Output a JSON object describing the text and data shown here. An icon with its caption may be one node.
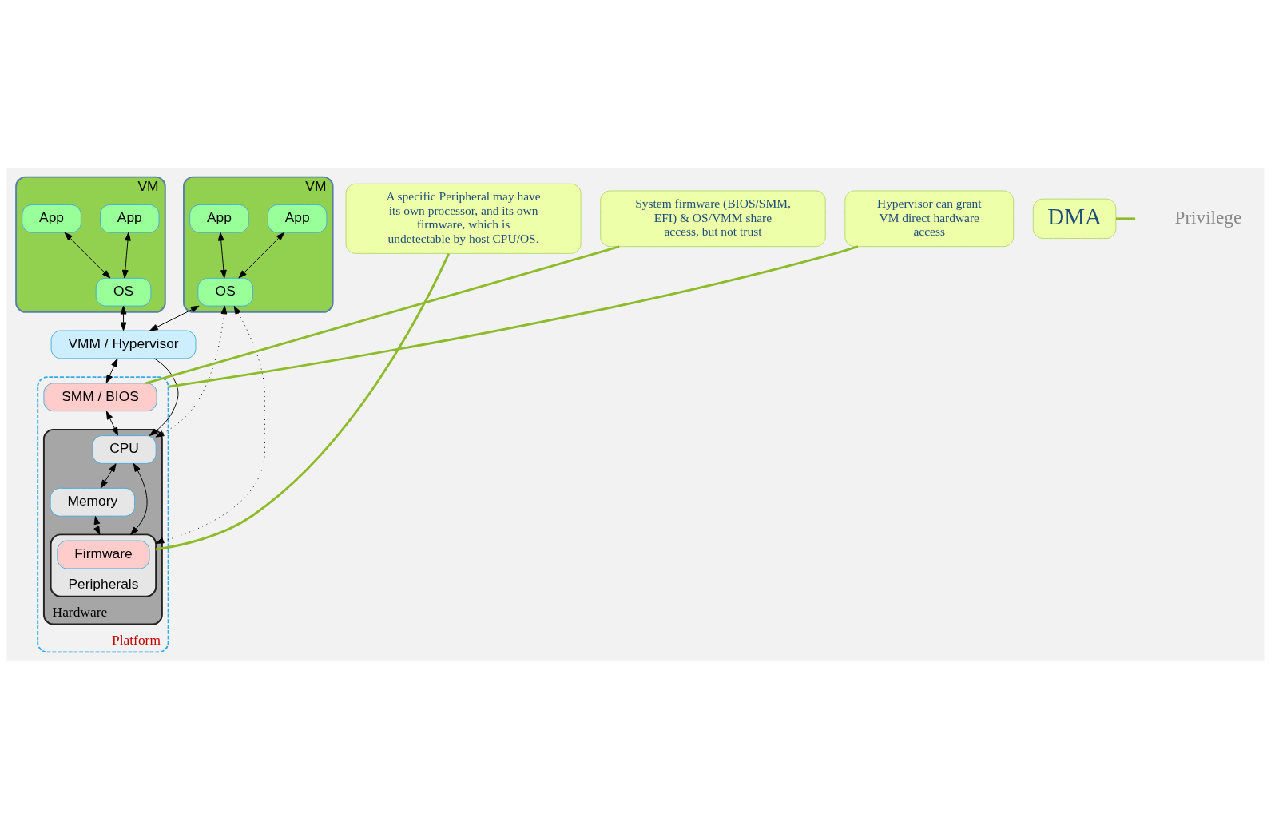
{
  "diagram": {
    "nodes": [
      {
        "text": [
          "VM"
        ]
      },
      {
        "text": [
          "App"
        ],
        "in": 0
      },
      {
        "text": [
          "App"
        ],
        "in": 0
      },
      {
        "text": [
          "OS"
        ],
        "in": 0
      },
      {
        "text": [
          "VM"
        ]
      },
      {
        "text": [
          "App"
        ],
        "in": 4
      },
      {
        "text": [
          "App"
        ],
        "in": 4
      },
      {
        "text": [
          "OS"
        ],
        "in": 4
      },
      {
        "text": [
          "VMM / Hypervisor"
        ]
      },
      {
        "text": [
          "Platform"
        ]
      },
      {
        "text": [
          "SMM / BIOS"
        ],
        "in": 9
      },
      {
        "text": [
          "Hardware"
        ],
        "in": 9
      },
      {
        "text": [
          "CPU"
        ],
        "in": 11
      },
      {
        "text": [
          "Memory"
        ],
        "in": 11
      },
      {
        "text": [
          "Peripherals"
        ],
        "in": 11
      },
      {
        "text": [
          "Firmware"
        ],
        "in": 14
      },
      {
        "text": [
          "System firmware (BIOS/SMM, EFI) & OS/VMM share access, but not trust"
        ]
      },
      {
        "text": [
          "Hypervisor can grant VM direct hardware access"
        ]
      },
      {
        "text": [
          "A specific Peripheral may have its own processor, and its own firmware, which is undetectable by host CPU/OS."
        ]
      },
      {
        "text": [
          "DMA"
        ]
      }
    ],
    "edges": [
      {
        "from": 1,
        "to": 3,
        "arrow": "both"
      },
      {
        "from": 2,
        "to": 3,
        "arrow": "both"
      },
      {
        "from": 5,
        "to": 7,
        "arrow": "both"
      },
      {
        "from": 6,
        "to": 7,
        "arrow": "both"
      },
      {
        "from": 3,
        "to": 8,
        "arrow": "both"
      },
      {
        "from": 7,
        "to": 8,
        "arrow": "both"
      },
      {
        "from": 7,
        "to": 12,
        "arrow": "both",
        "style": "dashed"
      },
      {
        "from": 7,
        "to": 14,
        "arrow": "both",
        "style": "dashed"
      },
      {
        "from": 8,
        "to": 10,
        "arrow": "both"
      },
      {
        "from": 8,
        "to": 12,
        "arrow": "to"
      },
      {
        "from": 10,
        "to": 12,
        "arrow": "both"
      },
      {
        "from": 12,
        "to": 13,
        "arrow": "both"
      },
      {
        "from": 12,
        "to": 14,
        "arrow": "both"
      },
      {
        "from": 13,
        "to": 14,
        "arrow": "both"
      },
      {
        "from": 16,
        "to": 10,
        "arrow": "none",
        "color": "#8dbb2a"
      },
      {
        "from": 17,
        "to": 9,
        "arrow": "none",
        "color": "#8dbb2a"
      },
      {
        "from": 18,
        "to": 14,
        "arrow": "none",
        "color": "#8dbb2a"
      },
      {
        "from": 19,
        "to": null,
        "arrow": "none",
        "color": "#8dbb2a"
      }
    ],
    "labels": [
      "Privilege"
    ]
  }
}
